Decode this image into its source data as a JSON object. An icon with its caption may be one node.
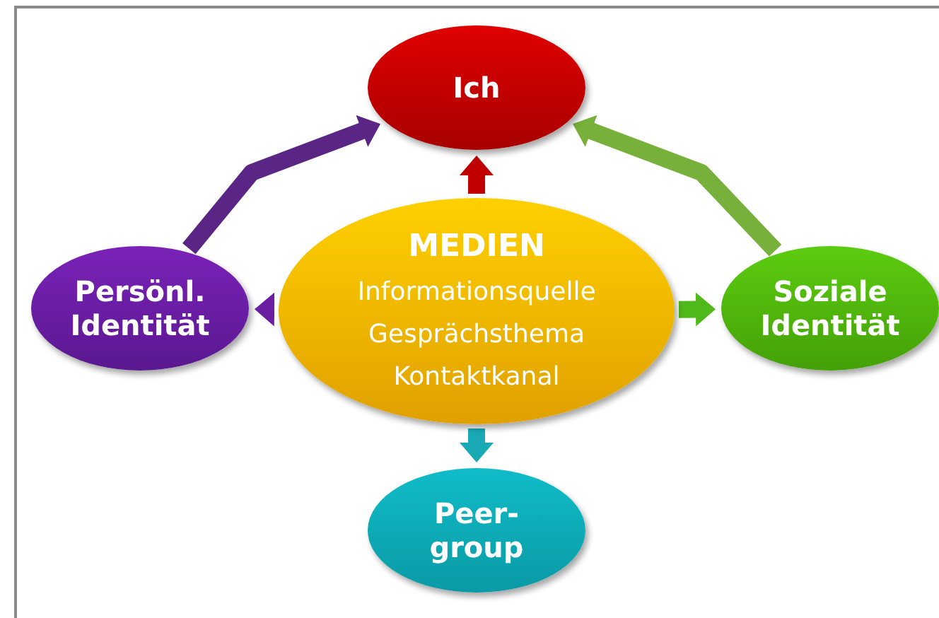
{
  "diagram": {
    "nodes": [
      {
        "text": [
          "Ich"
        ]
      },
      {
        "text": [
          "Persönl. Identität"
        ]
      },
      {
        "text": [
          "MEDIEN",
          "Informationsquelle",
          "Gesprächsthema",
          "Kontaktkanal"
        ]
      },
      {
        "text": [
          "Soziale Identität"
        ]
      },
      {
        "text": [
          "Peer- group"
        ]
      }
    ],
    "edges": [
      {
        "from": 2,
        "to": 0,
        "arrow": "to",
        "color": "#c00000"
      },
      {
        "from": 2,
        "to": 1,
        "arrow": "to",
        "color": "#6a1fa0"
      },
      {
        "from": 2,
        "to": 3,
        "arrow": "to",
        "color": "#4fb81a"
      },
      {
        "from": 2,
        "to": 4,
        "arrow": "to",
        "color": "#1aaab5"
      },
      {
        "from": 1,
        "to": 0,
        "arrow": "to",
        "color": "#5a2585"
      },
      {
        "from": 3,
        "to": 0,
        "arrow": "to",
        "color": "#77b03a"
      }
    ]
  }
}
